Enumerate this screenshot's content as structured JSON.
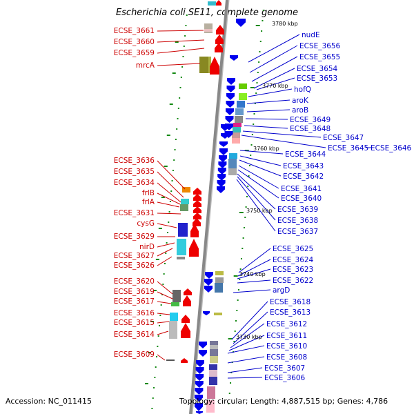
{
  "title": "Escherichia coli SE11, complete genome",
  "footer": {
    "accession": "Accession: NC_011415",
    "topology": "Topology: circular; Length: 4,887,515 bp; Genes: 4,786"
  },
  "colors": {
    "forward_strand": "#ee0000",
    "reverse_strand": "#0000ee",
    "left_label": "#cc0000",
    "right_label": "#0000cc",
    "backbone": "#999999",
    "tick": "#118811"
  },
  "scale_labels": [
    "3780 kbp",
    "3770 kbp",
    "3760 kbp",
    "3750 kbp",
    "3740 kbp",
    "3730 kbp"
  ],
  "left_genes": [
    "ECSE_3661",
    "ECSE_3660",
    "ECSE_3659",
    "mrcA",
    "ECSE_3636",
    "ECSE_3635",
    "ECSE_3634",
    "frlB",
    "frlA",
    "ECSE_3631",
    "cysG",
    "ECSE_3629",
    "nirD",
    "ECSE_3627",
    "ECSE_3626",
    "ECSE_3620",
    "ECSE_3619",
    "ECSE_3617",
    "ECSE_3616",
    "ECSE_3615",
    "ECSE_3614",
    "ECSE_3609"
  ],
  "right_genes": [
    "nudE",
    "ECSE_3656",
    "ECSE_3655",
    "ECSE_3654",
    "ECSE_3653",
    "hofQ",
    "aroK",
    "aroB",
    "ECSE_3649",
    "ECSE_3648",
    "ECSE_3647",
    "ECSE_3645",
    "ECSE_3646",
    "ECSE_3644",
    "ECSE_3643",
    "ECSE_3642",
    "ECSE_3641",
    "ECSE_3640",
    "ECSE_3639",
    "ECSE_3638",
    "ECSE_3637",
    "ECSE_3625",
    "ECSE_3624",
    "ECSE_3623",
    "ECSE_3622",
    "argD",
    "ECSE_3618",
    "ECSE_3613",
    "ECSE_3612",
    "ECSE_3611",
    "ECSE_3610",
    "ECSE_3608",
    "ECSE_3607",
    "ECSE_3606"
  ]
}
